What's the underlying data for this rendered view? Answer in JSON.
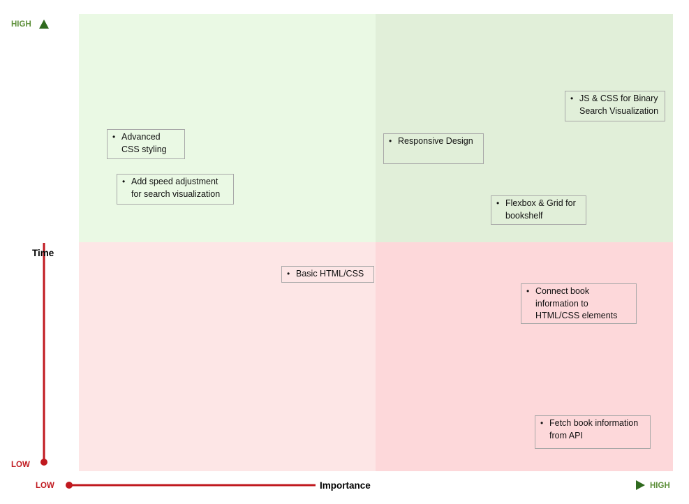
{
  "axes": {
    "y": {
      "label": "Time",
      "high": "HIGH",
      "low": "LOW"
    },
    "x": {
      "label": "Importance",
      "high": "HIGH",
      "low": "LOW"
    }
  },
  "colors": {
    "quadrant_top_left": "#eaf9e4",
    "quadrant_top_right": "#e1efd9",
    "quadrant_bottom_left": "#fde6e6",
    "quadrant_bottom_right": "#fdd8da",
    "axis_green": "#5d8f3a",
    "axis_red": "#c0191f"
  },
  "notes": [
    {
      "text": "Advanced CSS styling",
      "quadrant": "low-importance / high-time"
    },
    {
      "text": "Add speed adjustment for search visualization",
      "quadrant": "low-importance / high-time"
    },
    {
      "text": "Responsive Design",
      "quadrant": "high-importance / high-time"
    },
    {
      "text": "JS & CSS for Binary Search Visualization",
      "quadrant": "high-importance / high-time"
    },
    {
      "text": "Flexbox & Grid for bookshelf",
      "quadrant": "high-importance / high-time"
    },
    {
      "text": "Basic HTML/CSS",
      "quadrant": "low-importance / low-time"
    },
    {
      "text": "Connect book information to HTML/CSS elements",
      "quadrant": "high-importance / low-time"
    },
    {
      "text": "Fetch book information from API",
      "quadrant": "high-importance / low-time"
    }
  ]
}
